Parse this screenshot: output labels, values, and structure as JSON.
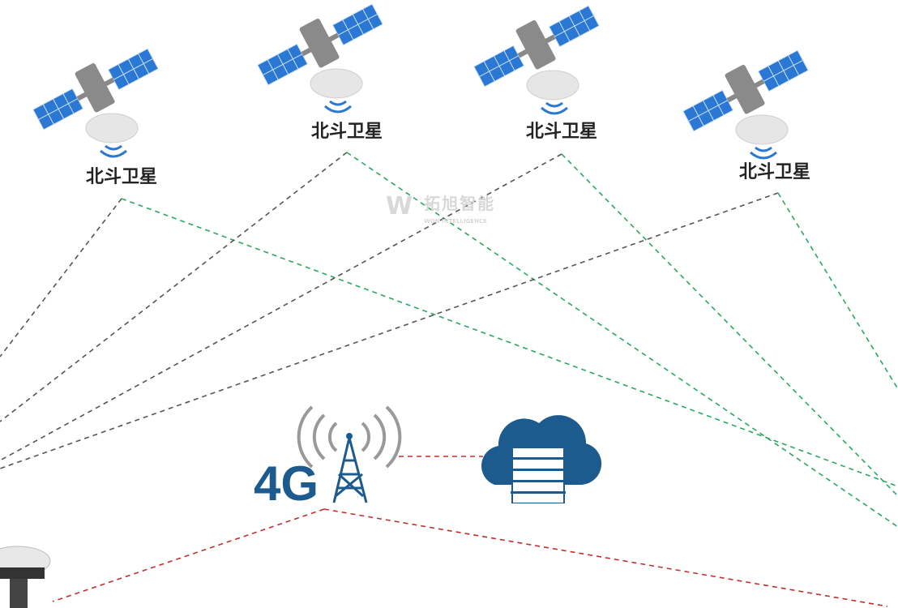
{
  "satellites": [
    {
      "label": "北斗卫星"
    },
    {
      "label": "北斗卫星"
    },
    {
      "label": "北斗卫星"
    },
    {
      "label": "北斗卫星"
    }
  ],
  "tower": {
    "label": "4G"
  },
  "watermark": {
    "mark": "W",
    "cn": "拓旭智能",
    "en": "WON INTELLIGENCE"
  },
  "colors": {
    "gray_line": "#555555",
    "green_line": "#2aa861",
    "red_line": "#c0302c",
    "blue": "#1d5b8f",
    "panel": "#2a78d4"
  }
}
